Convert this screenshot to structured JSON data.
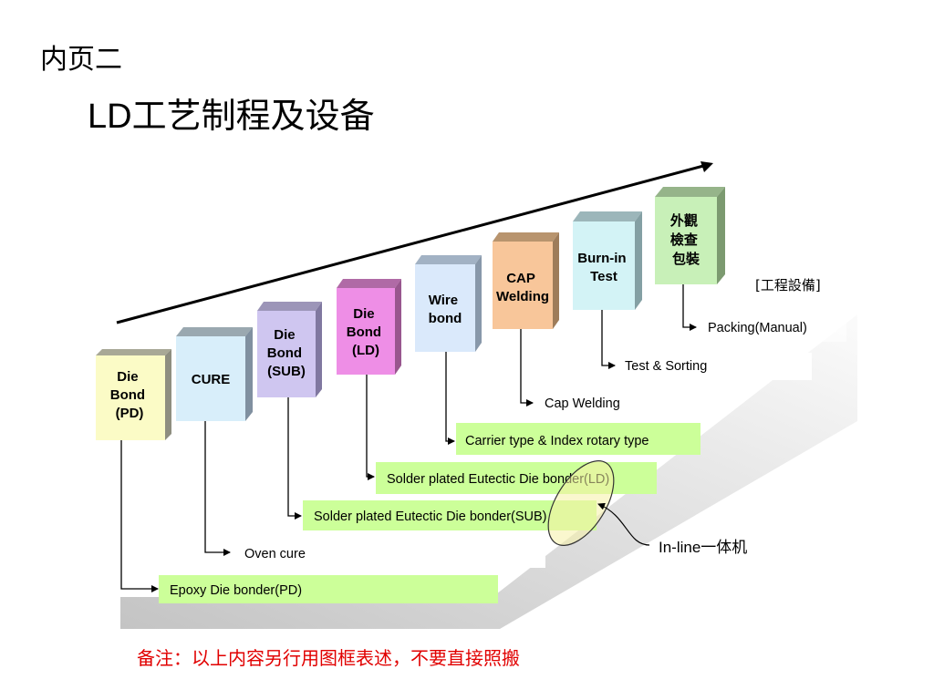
{
  "page_header": "内页二",
  "title": {
    "latin": "LD",
    "rest": "工艺制程及设备"
  },
  "legend": "[工程設備]",
  "boxes": [
    {
      "id": "die-bond-pd",
      "lines": [
        "Die",
        "Bond",
        "(PD)"
      ],
      "color": "#fbfbc6"
    },
    {
      "id": "cure",
      "lines": [
        "CURE"
      ],
      "color": "#d8eefa"
    },
    {
      "id": "die-bond-sub",
      "lines": [
        "Die",
        "Bond",
        "(SUB)"
      ],
      "color": "#cfc6f0"
    },
    {
      "id": "die-bond-ld",
      "lines": [
        "Die",
        "Bond",
        "(LD)"
      ],
      "color": "#ee8ee6"
    },
    {
      "id": "wire-bond",
      "lines": [
        "Wire",
        "bond"
      ],
      "color": "#dae9fb"
    },
    {
      "id": "cap-welding",
      "lines": [
        "CAP",
        "Welding"
      ],
      "color": "#f8c69a"
    },
    {
      "id": "burn-in-test",
      "lines": [
        "Burn-in",
        "Test"
      ],
      "color": "#d3f3f6"
    },
    {
      "id": "inspection-packing",
      "lines": [
        "外觀",
        "檢查",
        "包裝"
      ],
      "color": "#c8f0b8"
    }
  ],
  "steps": [
    {
      "id": "epoxy-die-bonder",
      "label": "Epoxy Die bonder(PD)",
      "highlight": true
    },
    {
      "id": "oven-cure",
      "label": "Oven cure",
      "highlight": false
    },
    {
      "id": "solder-eutectic-sub",
      "label": "Solder plated Eutectic Die bonder(SUB)",
      "highlight": true
    },
    {
      "id": "solder-eutectic-ld",
      "label": "Solder plated Eutectic Die bonder(LD)",
      "highlight": true
    },
    {
      "id": "carrier-index",
      "label": "Carrier type & Index rotary type",
      "highlight": true
    },
    {
      "id": "cap-welding-step",
      "label": "Cap Welding",
      "highlight": false
    },
    {
      "id": "test-sorting",
      "label": "Test & Sorting",
      "highlight": false
    },
    {
      "id": "packing-manual",
      "label": "Packing(Manual)",
      "highlight": false
    }
  ],
  "inline_note": "In-line一体机",
  "footnote": "备注：以上内容另行用图框表述，不要直接照搬",
  "colors": {
    "step_highlight": "#ccff99",
    "footnote": "#e10000"
  }
}
